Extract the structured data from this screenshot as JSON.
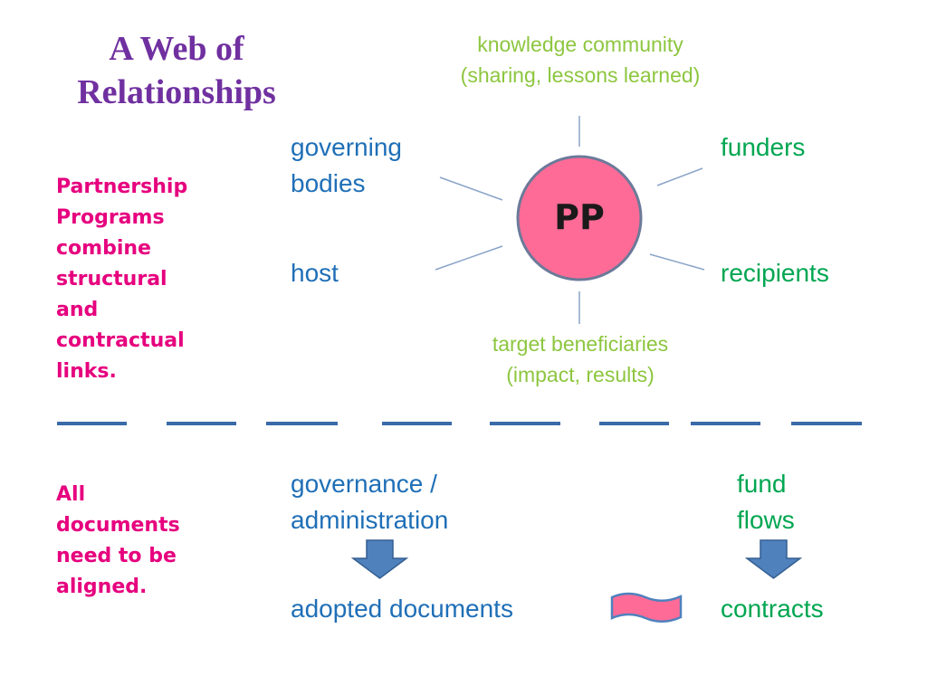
{
  "title": {
    "line1": "A Web of",
    "line2": "Relationships"
  },
  "side_notes": {
    "partnership": [
      "Partnership",
      "Programs",
      "combine",
      "structural",
      "and",
      "contractual",
      "links."
    ],
    "documents": [
      "All",
      "documents",
      "need to be",
      "aligned."
    ]
  },
  "hub": {
    "label": "PP"
  },
  "spokes": {
    "top_line1": "knowledge community",
    "top_line2": "(sharing, lessons learned)",
    "governing_line1": "governing",
    "governing_line2": "bodies",
    "funders": "funders",
    "host": "host",
    "recipients": "recipients",
    "bottom_line1": "target beneficiaries",
    "bottom_line2": "(impact, results)"
  },
  "documents_section": {
    "governance_line1": "governance /",
    "governance_line2": "administration",
    "fund_line1": "fund",
    "fund_line2": "flows",
    "adopted": "adopted documents",
    "contracts": "contracts"
  },
  "colors": {
    "title": "#7030a0",
    "side_text": "#e6007e",
    "blue_text": "#1f6fb7",
    "green_text": "#00a651",
    "light_green_text": "#8dc63f",
    "hub_fill": "#ff6b97",
    "hub_stroke": "#6b7a99",
    "arrow_fill": "#4f81bd",
    "connector_fill": "#ff6b97"
  }
}
